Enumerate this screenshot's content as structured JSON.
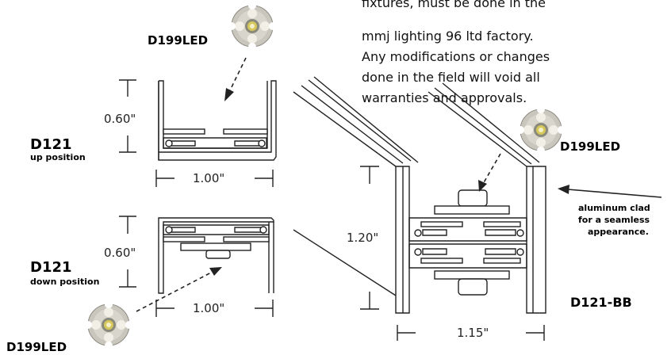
{
  "note_lines": [
    "fixtures, must be done in the",
    "mmj lighting 96 ltd factory.",
    "Any modifications or changes",
    "done in the field will void all",
    "warranties and approvals."
  ],
  "labels": {
    "led_top": "D199LED",
    "led_right": "D199LED",
    "led_bottom": "D199LED",
    "up_name": "D121",
    "up_sub": "up position",
    "down_name": "D121",
    "down_sub": "down position",
    "bb_name": "D121-BB",
    "clad_lines": [
      "aluminum clad",
      "for a  seamless",
      "appearance."
    ]
  },
  "dimensions": {
    "up_height": "0.60\"",
    "up_width": "1.00\"",
    "down_height": "0.60\"",
    "down_width": "1.00\"",
    "bb_height": "1.20\"",
    "bb_width": "1.15\""
  },
  "colors": {
    "line": "#222222",
    "led_board": "#c9c6bd",
    "led_pad": "#f2efe6",
    "led_chip": "#b9a83a"
  }
}
